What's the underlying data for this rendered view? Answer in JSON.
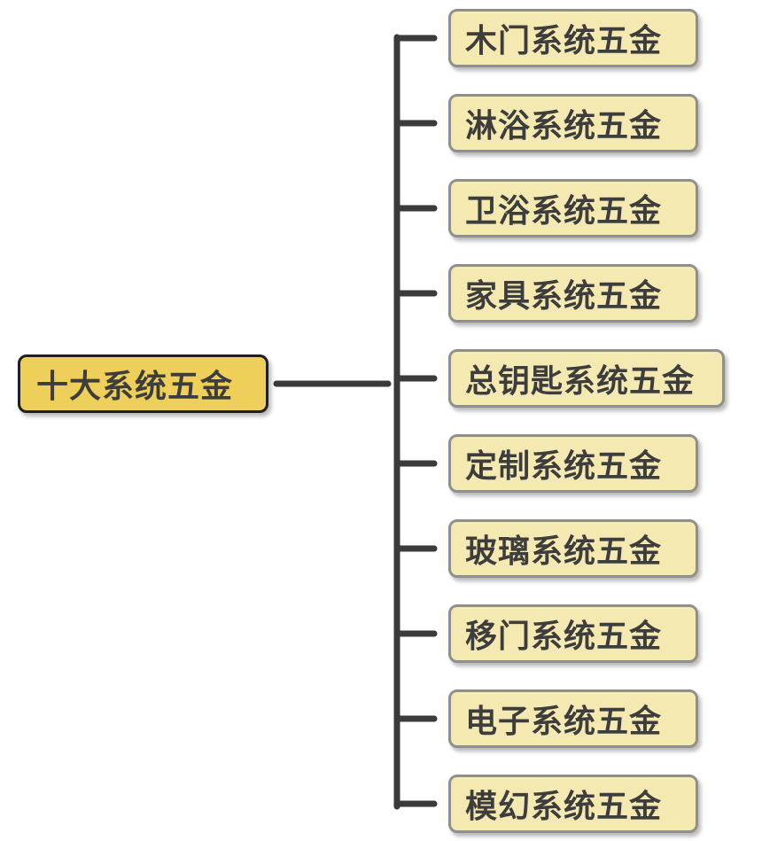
{
  "colors": {
    "root_fill": "#edcf59",
    "root_border": "#1f1f1f",
    "child_fill": "#f5e9b2",
    "child_border": "#8f8f8f",
    "connector": "#3a3a3a",
    "text": "#3d3d3d"
  },
  "root": {
    "label": "十大系统五金"
  },
  "children": [
    {
      "label": "木门系统五金"
    },
    {
      "label": "淋浴系统五金"
    },
    {
      "label": "卫浴系统五金"
    },
    {
      "label": "家具系统五金"
    },
    {
      "label": "总钥匙系统五金"
    },
    {
      "label": "定制系统五金"
    },
    {
      "label": "玻璃系统五金"
    },
    {
      "label": "移门系统五金"
    },
    {
      "label": "电子系统五金"
    },
    {
      "label": "模幻系统五金"
    }
  ]
}
